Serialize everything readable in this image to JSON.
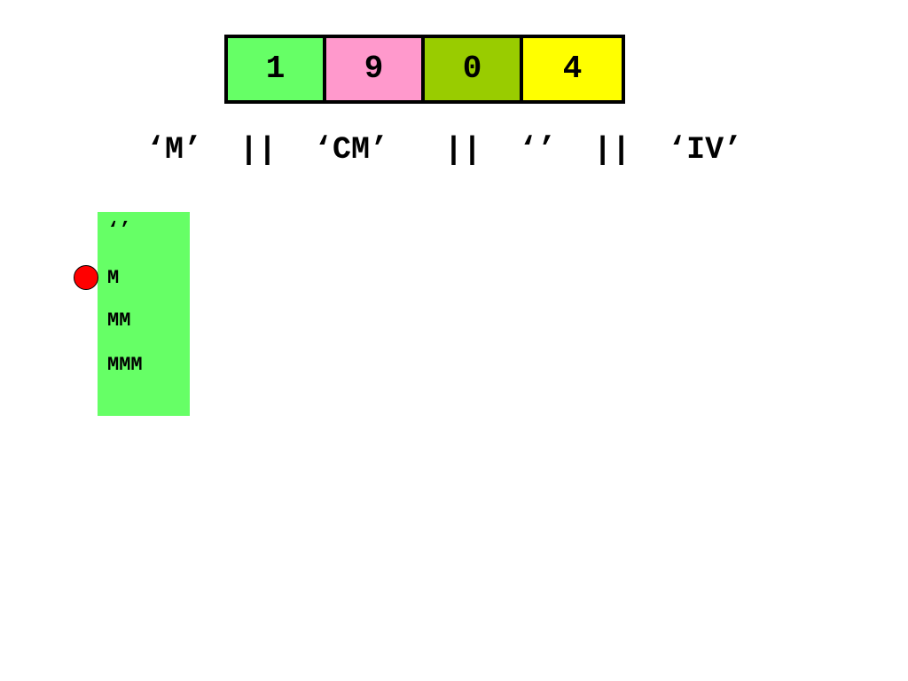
{
  "digits": [
    {
      "value": "1",
      "color": "#66FF66"
    },
    {
      "value": "9",
      "color": "#FF99CC"
    },
    {
      "value": "0",
      "color": "#99CC00"
    },
    {
      "value": "4",
      "color": "#FFFF00"
    }
  ],
  "expression": "‘M’  ||  ‘CM’   ||  ‘’  ||  ‘IV’",
  "lookup": {
    "color": "#66FF66",
    "items": [
      "‘’",
      "M",
      "MM",
      "MMM"
    ]
  },
  "pointer": {
    "color": "#FF0000",
    "points_to": "M"
  }
}
